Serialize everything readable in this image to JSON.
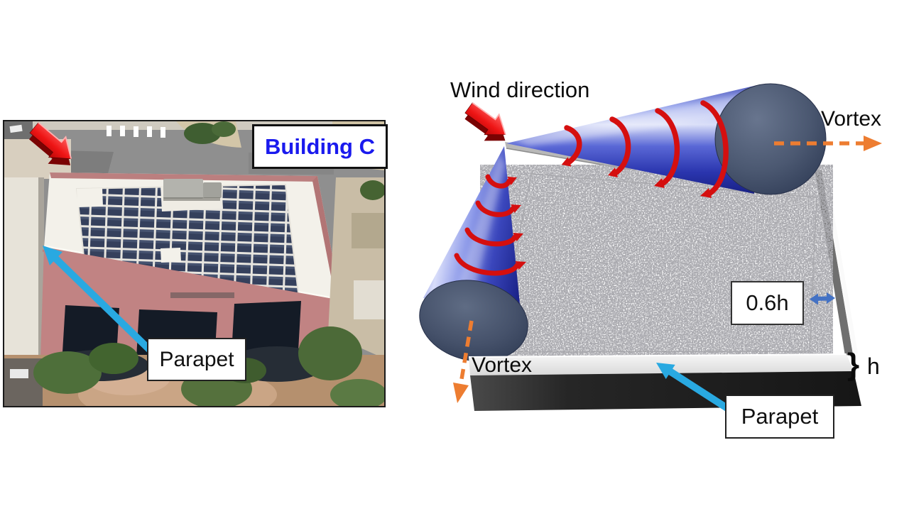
{
  "figure": {
    "left_panel": {
      "building_label": "Building C",
      "parapet_label": "Parapet"
    },
    "right_panel": {
      "wind_direction_label": "Wind direction",
      "vortex_top_label": "Vortex",
      "vortex_side_label": "Vortex",
      "roof_gap_label": "0.6h",
      "parapet_height_brace": "}",
      "parapet_height_label": "h",
      "parapet_label": "Parapet"
    },
    "colors": {
      "building_label_blue": "#1a1aee",
      "leader_arrow_cyan": "#29a9e1",
      "vortex_axis_orange": "#ed7d31",
      "wind_arrow_red": "#e01414",
      "gap_arrow_blue": "#4472c4",
      "cone_blue": "#3a46c0",
      "spiral_red": "#d50f0f"
    }
  }
}
